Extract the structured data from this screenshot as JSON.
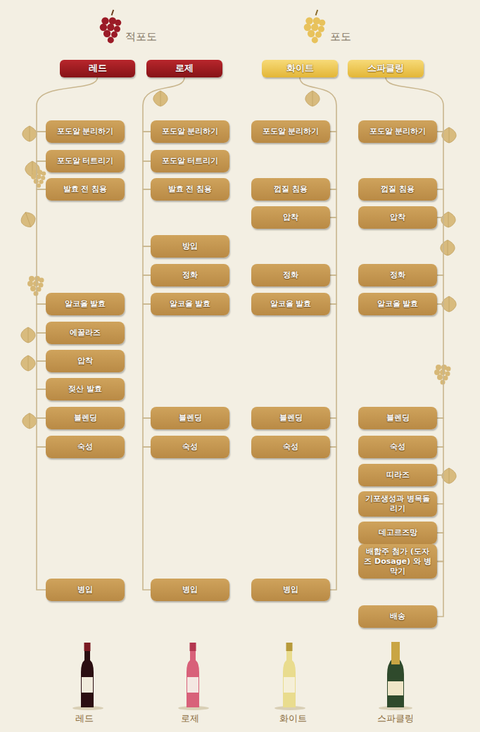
{
  "diagram": {
    "nodes": [
      {
        "text": [
          "레드"
        ]
      },
      {
        "text": [
          "포도알 분리하기"
        ]
      },
      {
        "text": [
          "포도알 터트리기"
        ]
      },
      {
        "text": [
          "발효 전 침용"
        ]
      },
      {
        "text": [
          "알코올 발효"
        ]
      },
      {
        "text": [
          "에꿀라즈"
        ]
      },
      {
        "text": [
          "압착"
        ]
      },
      {
        "text": [
          "젖산 발효"
        ]
      },
      {
        "text": [
          "블렌딩"
        ]
      },
      {
        "text": [
          "숙성"
        ]
      },
      {
        "text": [
          "병입"
        ]
      },
      {
        "text": [
          "로제"
        ]
      },
      {
        "text": [
          "포도알 분리하기"
        ]
      },
      {
        "text": [
          "포도알 터트리기"
        ]
      },
      {
        "text": [
          "발효 전 침용"
        ]
      },
      {
        "text": [
          "방입"
        ]
      },
      {
        "text": [
          "정화"
        ]
      },
      {
        "text": [
          "알코올 발효"
        ]
      },
      {
        "text": [
          "블렌딩"
        ]
      },
      {
        "text": [
          "숙성"
        ]
      },
      {
        "text": [
          "병입"
        ]
      },
      {
        "text": [
          "화이트"
        ]
      },
      {
        "text": [
          "포도알 분리하기"
        ]
      },
      {
        "text": [
          "껍질 침용"
        ]
      },
      {
        "text": [
          "압착"
        ]
      },
      {
        "text": [
          "정화"
        ]
      },
      {
        "text": [
          "알코올 발효"
        ]
      },
      {
        "text": [
          "블렌딩"
        ]
      },
      {
        "text": [
          "숙성"
        ]
      },
      {
        "text": [
          "병입"
        ]
      },
      {
        "text": [
          "스파클링"
        ]
      },
      {
        "text": [
          "포도알 분리하기"
        ]
      },
      {
        "text": [
          "껍질 침용"
        ]
      },
      {
        "text": [
          "압착"
        ]
      },
      {
        "text": [
          "정화"
        ]
      },
      {
        "text": [
          "알코올 발효"
        ]
      },
      {
        "text": [
          "블렌딩"
        ]
      },
      {
        "text": [
          "숙성"
        ]
      },
      {
        "text": [
          "띠라즈"
        ]
      },
      {
        "text": [
          "기포생성과 병목돌리기"
        ]
      },
      {
        "text": [
          "데고르즈망"
        ]
      },
      {
        "text": [
          "배합주 첨가 (도자즈 Dosage) 와 병막기"
        ]
      },
      {
        "text": [
          "배송"
        ]
      }
    ],
    "edges": [
      {
        "from": 0,
        "to": 1,
        "arrow": "none"
      },
      {
        "from": 1,
        "to": 2,
        "arrow": "none"
      },
      {
        "from": 2,
        "to": 3,
        "arrow": "none"
      },
      {
        "from": 3,
        "to": 4,
        "arrow": "none"
      },
      {
        "from": 4,
        "to": 5,
        "arrow": "none"
      },
      {
        "from": 5,
        "to": 6,
        "arrow": "none"
      },
      {
        "from": 6,
        "to": 7,
        "arrow": "none"
      },
      {
        "from": 7,
        "to": 8,
        "arrow": "none"
      },
      {
        "from": 8,
        "to": 9,
        "arrow": "none"
      },
      {
        "from": 9,
        "to": 10,
        "arrow": "none"
      },
      {
        "from": 11,
        "to": 12,
        "arrow": "none"
      },
      {
        "from": 12,
        "to": 13,
        "arrow": "none"
      },
      {
        "from": 13,
        "to": 14,
        "arrow": "none"
      },
      {
        "from": 14,
        "to": 15,
        "arrow": "none"
      },
      {
        "from": 15,
        "to": 16,
        "arrow": "none"
      },
      {
        "from": 16,
        "to": 17,
        "arrow": "none"
      },
      {
        "from": 17,
        "to": 18,
        "arrow": "none"
      },
      {
        "from": 18,
        "to": 19,
        "arrow": "none"
      },
      {
        "from": 19,
        "to": 20,
        "arrow": "none"
      },
      {
        "from": 21,
        "to": 22,
        "arrow": "none"
      },
      {
        "from": 22,
        "to": 23,
        "arrow": "none"
      },
      {
        "from": 23,
        "to": 24,
        "arrow": "none"
      },
      {
        "from": 24,
        "to": 25,
        "arrow": "none"
      },
      {
        "from": 25,
        "to": 26,
        "arrow": "none"
      },
      {
        "from": 26,
        "to": 27,
        "arrow": "none"
      },
      {
        "from": 27,
        "to": 28,
        "arrow": "none"
      },
      {
        "from": 28,
        "to": 29,
        "arrow": "none"
      },
      {
        "from": 30,
        "to": 31,
        "arrow": "none"
      },
      {
        "from": 31,
        "to": 32,
        "arrow": "none"
      },
      {
        "from": 32,
        "to": 33,
        "arrow": "none"
      },
      {
        "from": 33,
        "to": 34,
        "arrow": "none"
      },
      {
        "from": 34,
        "to": 35,
        "arrow": "none"
      },
      {
        "from": 35,
        "to": 36,
        "arrow": "none"
      },
      {
        "from": 36,
        "to": 37,
        "arrow": "none"
      },
      {
        "from": 37,
        "to": 38,
        "arrow": "none"
      },
      {
        "from": 38,
        "to": 39,
        "arrow": "none"
      },
      {
        "from": 39,
        "to": 40,
        "arrow": "none"
      },
      {
        "from": 40,
        "to": 41,
        "arrow": "none"
      },
      {
        "from": 41,
        "to": 42,
        "arrow": "none"
      }
    ],
    "labels": [
      "적포도",
      "포도",
      "레드",
      "로제",
      "화이트",
      "스파클링"
    ]
  }
}
